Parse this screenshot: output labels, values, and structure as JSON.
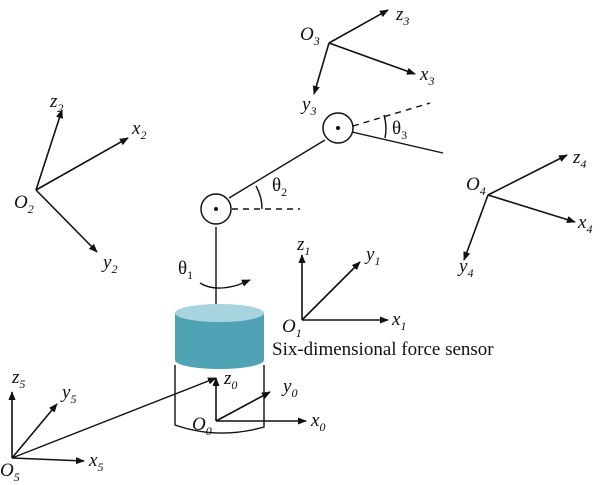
{
  "frames": {
    "f0": {
      "origin": "O",
      "sub": "0",
      "x": "x",
      "y": "y",
      "z": "z"
    },
    "f1": {
      "origin": "O",
      "sub": "1",
      "x": "x",
      "y": "y",
      "z": "z"
    },
    "f2": {
      "origin": "O",
      "sub": "2",
      "x": "x",
      "y": "y",
      "z": "z"
    },
    "f3": {
      "origin": "O",
      "sub": "3",
      "x": "x",
      "y": "y",
      "z": "z"
    },
    "f4": {
      "origin": "O",
      "sub": "4",
      "x": "x",
      "y": "y",
      "z": "z"
    },
    "f5": {
      "origin": "O",
      "sub": "5",
      "x": "x",
      "y": "y",
      "z": "z"
    }
  },
  "angles": {
    "theta": "θ",
    "t1": "1",
    "t2": "2",
    "t3": "3"
  },
  "sensor_label": "Six-dimensional force sensor",
  "colors": {
    "sensor_body": "#4fa3b5",
    "sensor_top": "#a8d4df",
    "ink": "#111111"
  }
}
